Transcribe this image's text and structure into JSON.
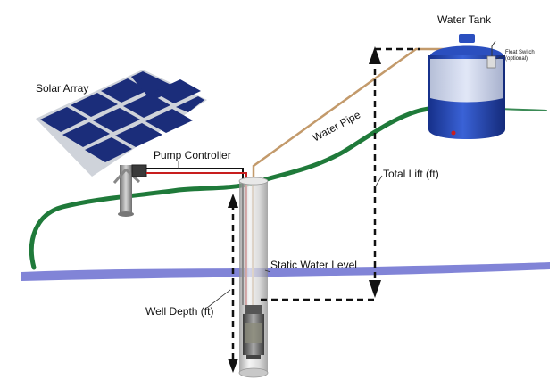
{
  "labels": {
    "water_tank": "Water Tank",
    "float_switch_line1": "Float Switch",
    "float_switch_line2": "(optional)",
    "solar_array": "Solar Array",
    "water_pipe": "Water Pipe",
    "pump_controller": "Pump Controller",
    "total_lift": "Total Lift (ft)",
    "static_water_level": "Static Water Level",
    "well_depth": "Well Depth (ft)"
  },
  "colors": {
    "panel_blue": "#1b2d7a",
    "grass_green": "#1f7a3a",
    "water_band": "#6b6fd0",
    "tank_blue": "#1e3fa8",
    "pipe_tan": "#c39a6b",
    "wire_red": "#c81e1e",
    "wire_black": "#111111"
  }
}
